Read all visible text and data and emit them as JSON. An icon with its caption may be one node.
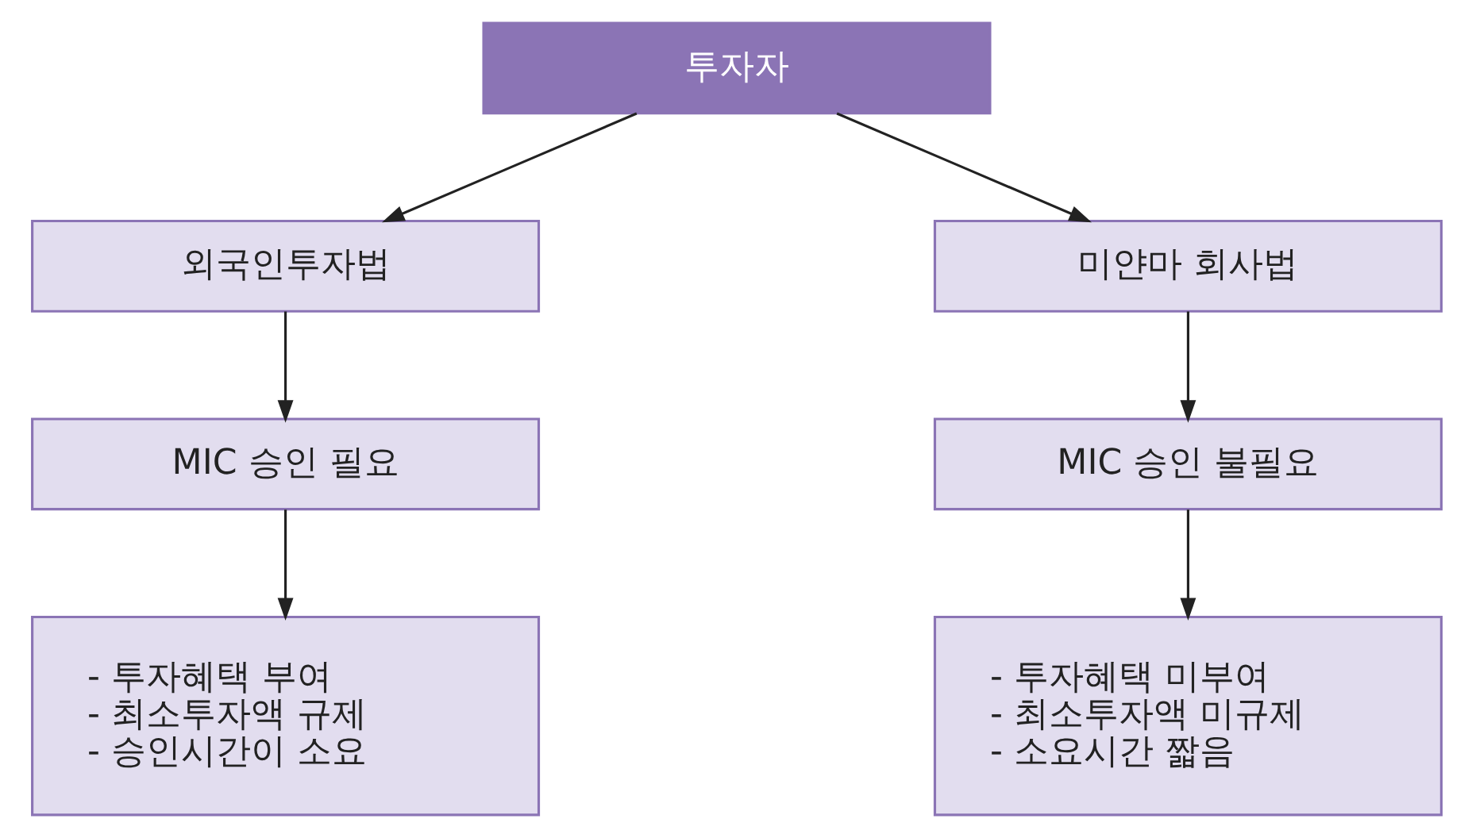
{
  "diagram": {
    "nodes": [
      {
        "text": [
          "투자자"
        ]
      },
      {
        "text": [
          "외국인투자법"
        ]
      },
      {
        "text": [
          "미얀마 회사법"
        ]
      },
      {
        "text": [
          "MIC 승인 필요"
        ]
      },
      {
        "text": [
          "MIC 승인 불필요"
        ]
      },
      {
        "text": [
          "- 투자혜택 부여",
          "- 최소투자액 규제",
          "- 승인시간이 소요"
        ]
      },
      {
        "text": [
          "- 투자혜택 미부여",
          "- 최소투자액 미규제",
          "- 소요시간 짧음"
        ]
      }
    ],
    "edges": [
      {
        "from": 0,
        "to": 1,
        "arrow": "to"
      },
      {
        "from": 0,
        "to": 2,
        "arrow": "to"
      },
      {
        "from": 1,
        "to": 3,
        "arrow": "to"
      },
      {
        "from": 2,
        "to": 4,
        "arrow": "to"
      },
      {
        "from": 3,
        "to": 5,
        "arrow": "to"
      },
      {
        "from": 4,
        "to": 6,
        "arrow": "to"
      }
    ]
  }
}
